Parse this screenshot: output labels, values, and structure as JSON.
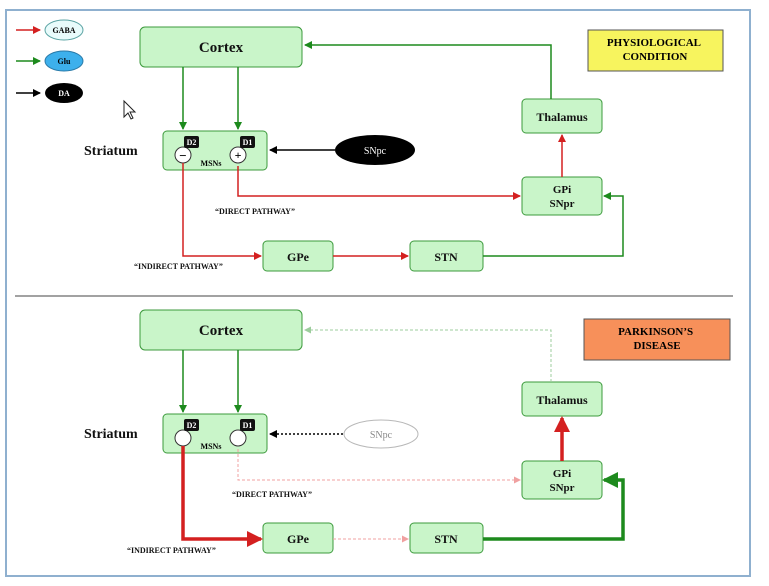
{
  "legend": {
    "gaba": "GABA",
    "glu": "Glu",
    "da": "DA"
  },
  "colors": {
    "gaba": "#d42020",
    "glu": "#1d8a1d",
    "da": "#000000",
    "box_fill": "#c9f5c9",
    "box_stroke": "#3c9a3c",
    "physio_bg": "#f7f45e",
    "pd_bg": "#f7905a"
  },
  "physio": {
    "badge": "PHYSIOLOGICAL\nCONDITION",
    "cortex": "Cortex",
    "thalamus": "Thalamus",
    "striatum": "Striatum",
    "d2": "D2",
    "d1": "D1",
    "msns": "MSNs",
    "minus": "−",
    "plus": "+",
    "snpc": "SNpc",
    "gpi": "GPi",
    "snpr": "SNpr",
    "gpe": "GPe",
    "stn": "STN",
    "direct": "“DIRECT PATHWAY”",
    "indirect": "“INDIRECT PATHWAY”"
  },
  "pd": {
    "badge": "PARKINSON’S\nDISEASE",
    "cortex": "Cortex",
    "thalamus": "Thalamus",
    "striatum": "Striatum",
    "d2": "D2",
    "d1": "D1",
    "msns": "MSNs",
    "snpc": "SNpc",
    "gpi": "GPi",
    "snpr": "SNpr",
    "gpe": "GPe",
    "stn": "STN",
    "direct": "“DIRECT PATHWAY”",
    "indirect": "“INDIRECT PATHWAY”"
  }
}
